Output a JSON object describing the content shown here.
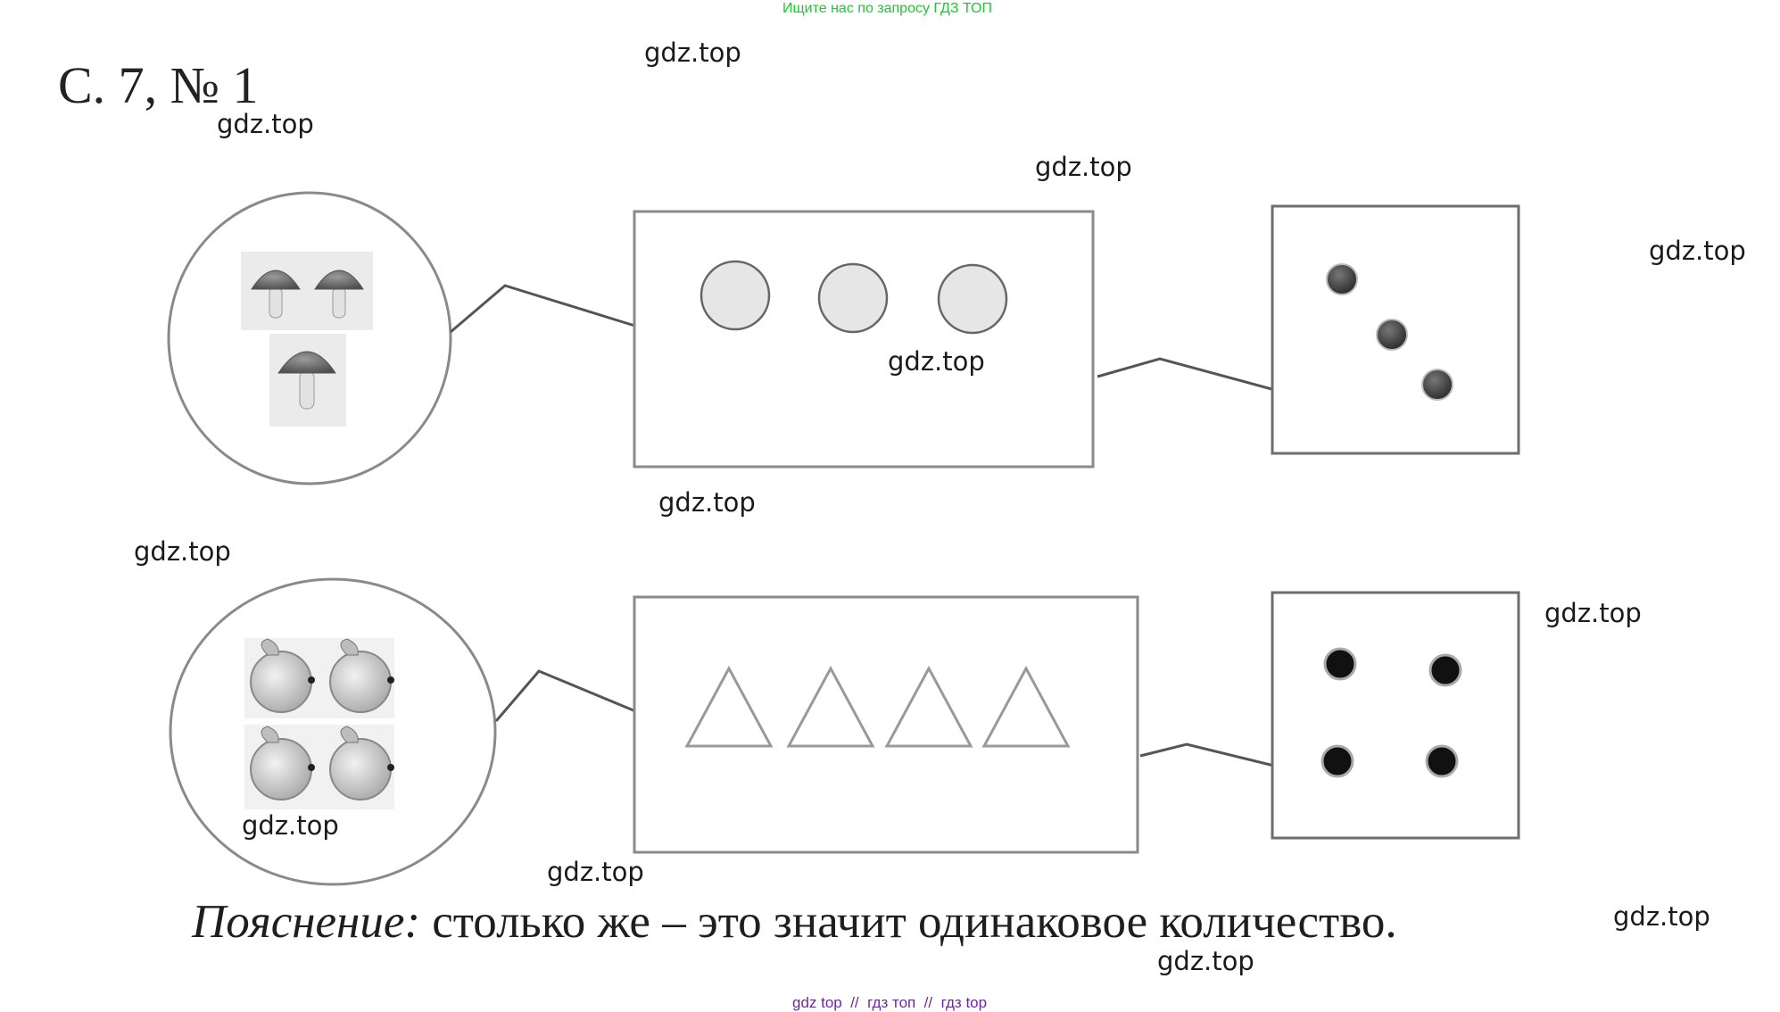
{
  "banner": "Ищите нас по запросу ГДЗ ТОП",
  "title": "С. 7, № 1",
  "watermark": "gdz.top",
  "explanation": {
    "label": "Пояснение:",
    "text": " столько же – это значит одинаковое количество."
  },
  "footer": "gdz top  //  гдз топ  //  гдз top",
  "rows": [
    {
      "picture": "mushrooms",
      "picture_count": 3,
      "shape": "circle",
      "shape_count": 3,
      "dot_count": 3
    },
    {
      "picture": "apples",
      "picture_count": 4,
      "shape": "triangle",
      "shape_count": 4,
      "dot_count": 4
    }
  ]
}
